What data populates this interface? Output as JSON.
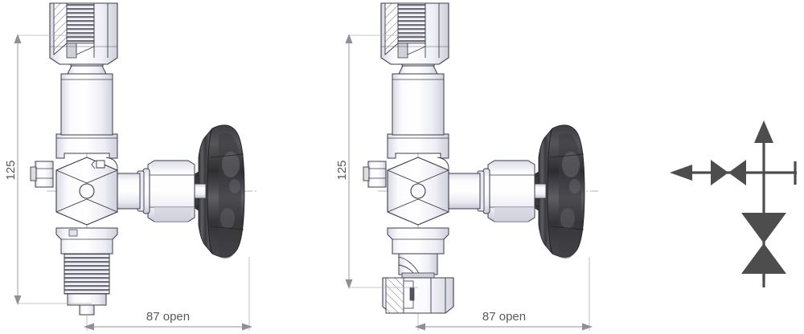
{
  "drawing": {
    "title": "Valve assembly technical drawing",
    "background_color": "#ffffff",
    "line_color": "#3a3a4a",
    "dim_color": "#8a8a8a",
    "dim_text_color": "#5a5a5a",
    "metal_light": "#fcfcfe",
    "metal_mid": "#e6e6ec",
    "metal_shadow": "#c9c9d4",
    "thread_dark": "#6e6e78",
    "handwheel_dark": "#3a3a3c",
    "handwheel_mid": "#5a5a5e",
    "symbol_color": "#4d4d4d"
  },
  "views": [
    {
      "name": "valve-view-left",
      "label": "Valve with male threaded outlet",
      "height_dimension": "125",
      "width_dimension": "87 open",
      "bottom_connection": "male-thread"
    },
    {
      "name": "valve-view-middle",
      "label": "Valve with coupling nut outlet",
      "height_dimension": "125",
      "width_dimension": "87 open",
      "bottom_connection": "union-nut"
    }
  ],
  "schematic": {
    "name": "flow-schematic-symbol",
    "description": "Cross schematic with needle valve and shut-off valve symbols",
    "elements": [
      "outlet-arrow-left",
      "needle-valve-bowtie",
      "vertical-up-arrow",
      "shutoff-valve-bowtie",
      "inlet-line-bottom",
      "capped-end-right"
    ]
  },
  "dimensions": {
    "left_height_value": "125",
    "left_width_value": "87 open",
    "middle_height_value": "125",
    "middle_width_value": "87 open"
  }
}
